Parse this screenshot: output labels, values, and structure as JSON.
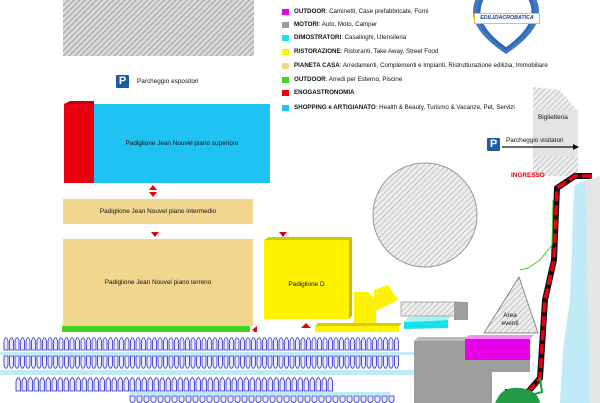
{
  "legend": [
    {
      "color": "#e800e8",
      "name": "OUTDOOR",
      "desc": ": Caminetti, Case prefabbricate, Forni"
    },
    {
      "color": "#9e9e9e",
      "name": "MOTORI",
      "desc": ": Auto, Moto, Camper"
    },
    {
      "color": "#18e0e8",
      "name": "DIMOSTRATORI",
      "desc": ": Casalinghi, Utensileria"
    },
    {
      "color": "#fff200",
      "name": "RISTORAZIONE",
      "desc": ": Ristoranti, Take Away, Street Food"
    },
    {
      "color": "#f2d58e",
      "name": "PIANETA CASA",
      "desc": ": Arredamenti, Complementi e Impianti, Ristrutturazione edilizia, Immobiliare"
    },
    {
      "color": "#44d41f",
      "name": "OUTDOOR",
      "desc": ": Arredi per Esterno, Piscine"
    },
    {
      "color": "#e8000e",
      "name": "ENOGASTRONOMIA",
      "desc": ""
    },
    {
      "color": "#1fc2f2",
      "name": "SHOPPING e ARTIGIANATO",
      "desc": ": Health & Beauty, Turismo & Vacanze, Pet, Servizi"
    }
  ],
  "logo": {
    "text": "EDILIZIACROBATICA"
  },
  "labels": {
    "parking_exhibitors": "Parcheggio espositori",
    "parking_visitors": "Parcheggio visitatori",
    "parking_symbol": "P",
    "pav_upper": "Padiglione Jean Nouvel piano superiore",
    "pav_middle": "Padiglione Jean Nouvel piano intermedio",
    "pav_ground": "Padiglione Jean Nouvel piano terreno",
    "pav_d": "Padiglione D",
    "ticket_office": "Biglietteria",
    "entrance": "INGRESSO",
    "events_area_line1": "Area",
    "events_area_line2": "eventi"
  },
  "colors": {
    "shopping": "#1fc2f2",
    "enogastronomia": "#e8000e",
    "pianeta_casa": "#f2d58e",
    "ristorazione": "#fff200",
    "outdoor_green": "#44d41f",
    "outdoor_magenta": "#e800e8",
    "motori": "#9e9e9e",
    "dimostratori": "#18e0e8",
    "arrow": "#e8000e",
    "parking": "#1c5aa6"
  }
}
